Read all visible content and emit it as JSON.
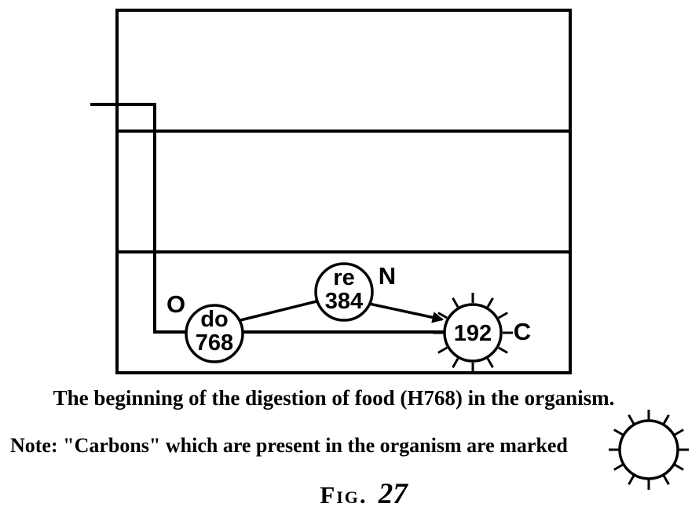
{
  "colors": {
    "ink": "#000000",
    "paper": "#ffffff"
  },
  "diagram": {
    "nodes": {
      "do": {
        "name": "do",
        "value": "768"
      },
      "re": {
        "name": "re",
        "value": "384"
      },
      "c192": {
        "value": "192"
      }
    },
    "letters": {
      "o": "O",
      "n": "N",
      "c": "C"
    }
  },
  "caption": "The beginning of the digestion of food (H768) in the organism.",
  "note": "Note: \"Carbons\" which are present in the organism are marked",
  "figure": {
    "label": "Fig.",
    "number": "27"
  }
}
